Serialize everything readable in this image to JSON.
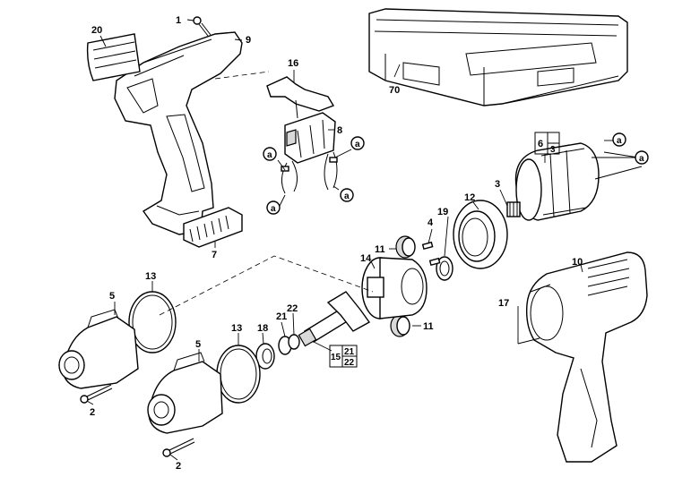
{
  "callouts": {
    "c1": "1",
    "c2a": "2",
    "c2b": "2",
    "c3": "3",
    "c4": "4",
    "c5a": "5",
    "c5b": "5",
    "c6": "6",
    "c6sub": "3",
    "c7": "7",
    "c8": "8",
    "c9": "9",
    "c10": "10",
    "c11a": "11",
    "c11b": "11",
    "c12": "12",
    "c13a": "13",
    "c13b": "13",
    "c14": "14",
    "c15": "15",
    "c15sub1": "21",
    "c15sub2": "22",
    "c16": "16",
    "c17": "17",
    "c18": "18",
    "c19": "19",
    "c20": "20",
    "c21": "21",
    "c22": "22",
    "c70": "70"
  },
  "wire_marker": "a"
}
